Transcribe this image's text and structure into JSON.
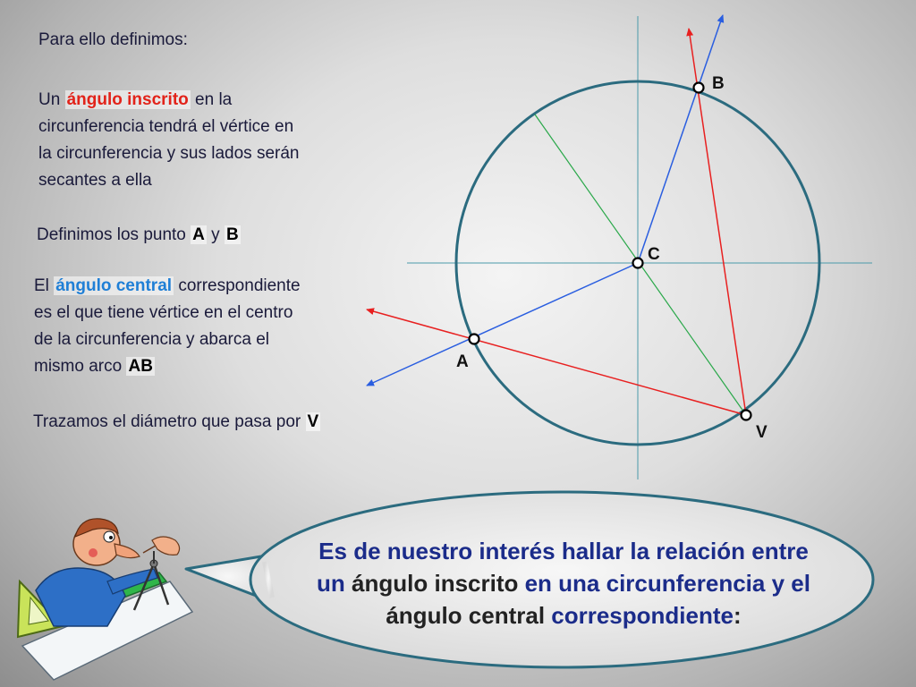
{
  "intro": "Para ello definimos:",
  "inscribed_def": {
    "pre": "Un ",
    "term": "ángulo inscrito",
    "line1_post": " en la",
    "line2": "circunferencia tendrá el vértice en",
    "line3": "la circunferencia y sus lados serán",
    "line4": "secantes a ella"
  },
  "points_def": {
    "pre": "Definimos los punto ",
    "a": "A",
    "mid": " y ",
    "b": "B"
  },
  "central_def": {
    "pre": "El ",
    "term": "ángulo central",
    "line1_post": " correspondiente",
    "line2": "es el que tiene vértice en el centro",
    "line3": "de la circunferencia y abarca el",
    "line4_pre": "mismo arco ",
    "arc": "AB"
  },
  "diameter_note": {
    "pre": "Trazamos el diámetro que pasa por ",
    "v": "V"
  },
  "diagram": {
    "point_labels": {
      "A": "A",
      "B": "B",
      "C": "C",
      "V": "V"
    },
    "colors": {
      "circle": "#2b6b7f",
      "axes": "#4a9aaa",
      "red": "#e82020",
      "blue": "#2a5ee0",
      "green": "#2aa84a"
    }
  },
  "bubble": {
    "line1": "Es de nuestro interés hallar la relación entre",
    "line2_a": "un ",
    "line2_term": "ángulo inscrito",
    "line2_b": " en una circunferencia y el",
    "line3_term": "ángulo central",
    "line3_b": " correspondiente",
    "line3_c": ":"
  },
  "illustration": "cartoon-engineer-drawing-with-compass"
}
